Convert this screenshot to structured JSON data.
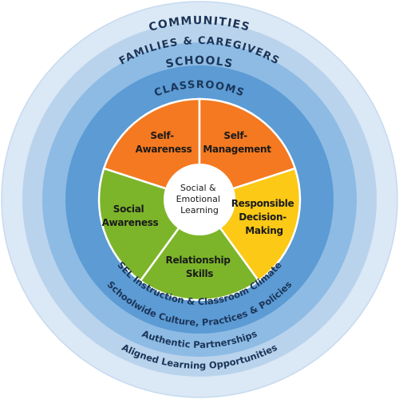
{
  "colors": {
    "ring_communities": "#dbe8f5",
    "ring_families": "#b9d3ec",
    "ring_schools": "#8dbbe4",
    "ring_classrooms": "#5c9bd4",
    "wedge_orange": "#f47920",
    "wedge_green": "#7cb52a",
    "wedge_yellow": "#fbc916",
    "center": "#ffffff",
    "text_dark": "#1b3558"
  },
  "rings": {
    "communities": "COMMUNITIES",
    "families": "FAMILIES & CAREGIVERS",
    "schools": "SCHOOLS",
    "classrooms": "CLASSROOMS"
  },
  "bottom_labels": {
    "sel_instruction": "SEL Instruction & Classroom Climate",
    "schoolwide": "Schoolwide Culture, Practices & Policies",
    "authentic": "Authentic Partnerships",
    "aligned": "Aligned Learning Opportunities"
  },
  "competencies": {
    "self_awareness": [
      "Self-",
      "Awareness"
    ],
    "self_management": [
      "Self-",
      "Management"
    ],
    "responsible_decision_making": [
      "Responsible",
      "Decision-",
      "Making"
    ],
    "relationship_skills": [
      "Relationship",
      "Skills"
    ],
    "social_awareness": [
      "Social",
      "Awareness"
    ]
  },
  "center": [
    "Social &",
    "Emotional",
    "Learning"
  ]
}
